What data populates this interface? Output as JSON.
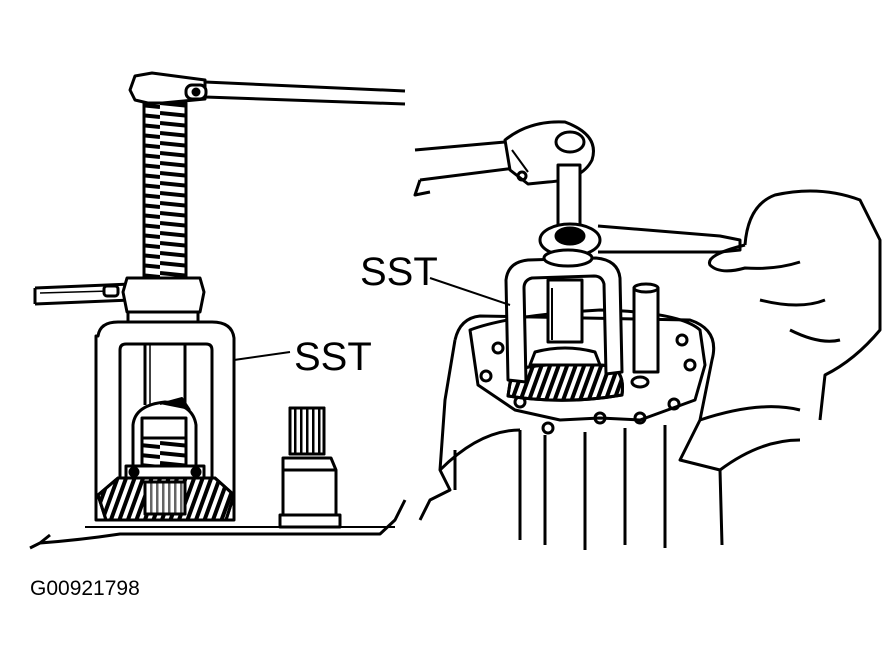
{
  "figure": {
    "left_panel": {
      "callout_label": "SST"
    },
    "right_panel": {
      "callout_label": "SST"
    },
    "figure_code": "G00921798"
  },
  "colors": {
    "ink": "#000000",
    "paper": "#ffffff"
  }
}
